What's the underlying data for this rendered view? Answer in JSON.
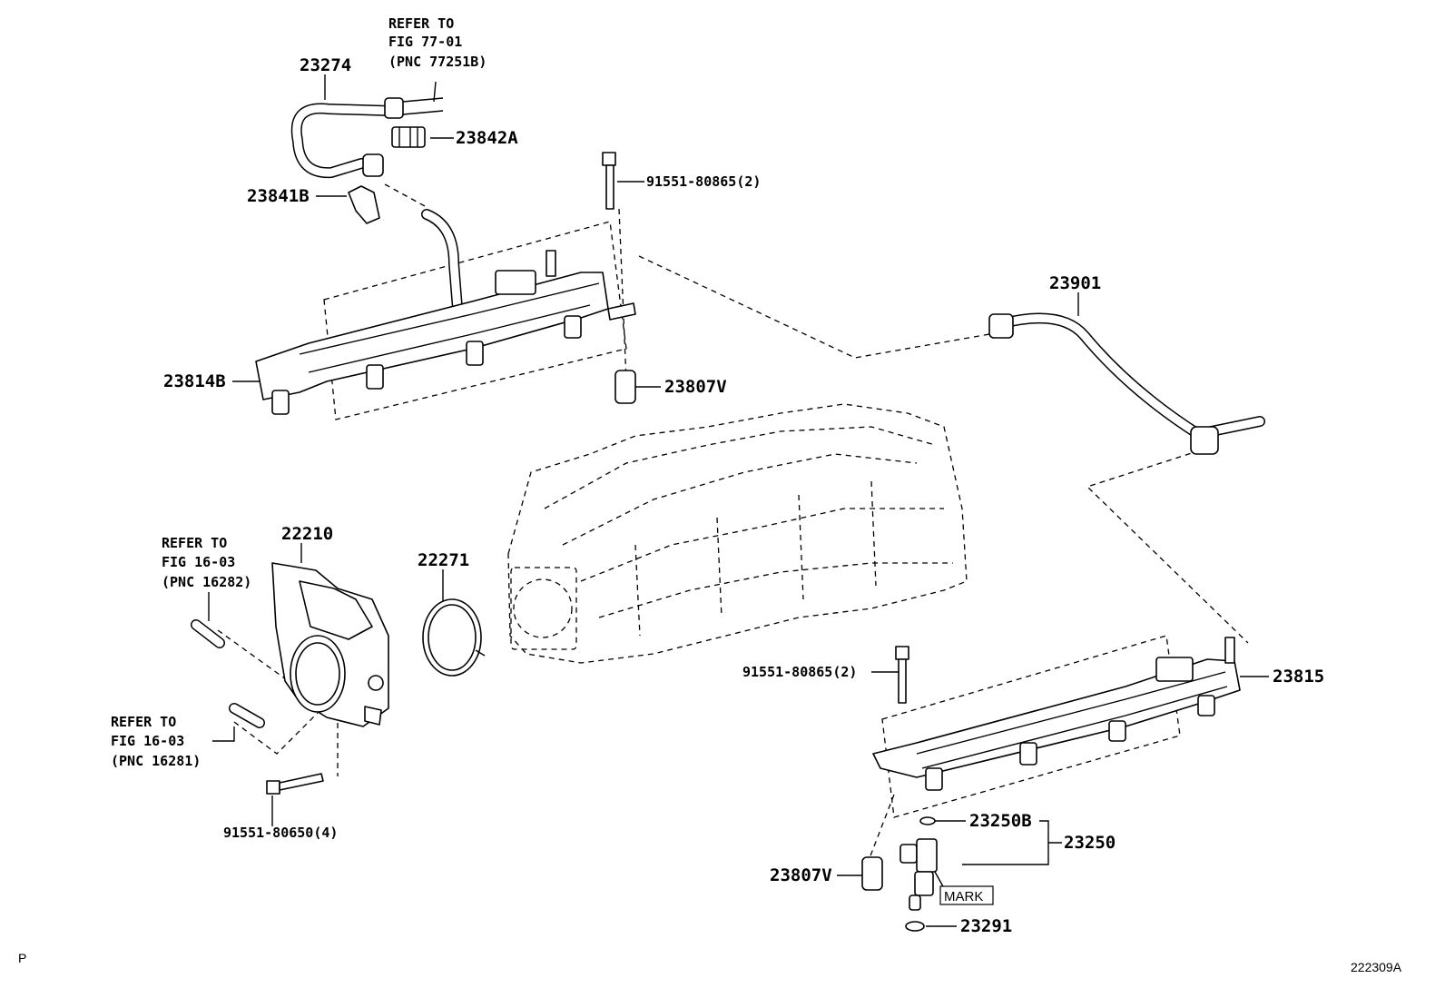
{
  "refs": {
    "fig77": [
      "REFER TO",
      "FIG 77-01",
      "(PNC 77251B)"
    ],
    "fig16a": [
      "REFER TO",
      "FIG 16-03",
      "(PNC 16282)"
    ],
    "fig16b": [
      "REFER TO",
      "FIG 16-03",
      "(PNC 16281)"
    ]
  },
  "parts": {
    "p23274": "23274",
    "p23842A": "23842A",
    "p23841B": "23841B",
    "p91551_top": "91551-80865(2)",
    "p23901": "23901",
    "p23814B": "23814B",
    "p23807V_top": "23807V",
    "p22210": "22210",
    "p22271": "22271",
    "p91551_mid": "91551-80865(2)",
    "p23815": "23815",
    "p91551_bottom": "91551-80650(4)",
    "p23250B": "23250B",
    "p23250": "23250",
    "p23807V_bottom": "23807V",
    "mark": "MARK",
    "p23291": "23291"
  },
  "corner": {
    "left": "P",
    "right": "222309A"
  }
}
